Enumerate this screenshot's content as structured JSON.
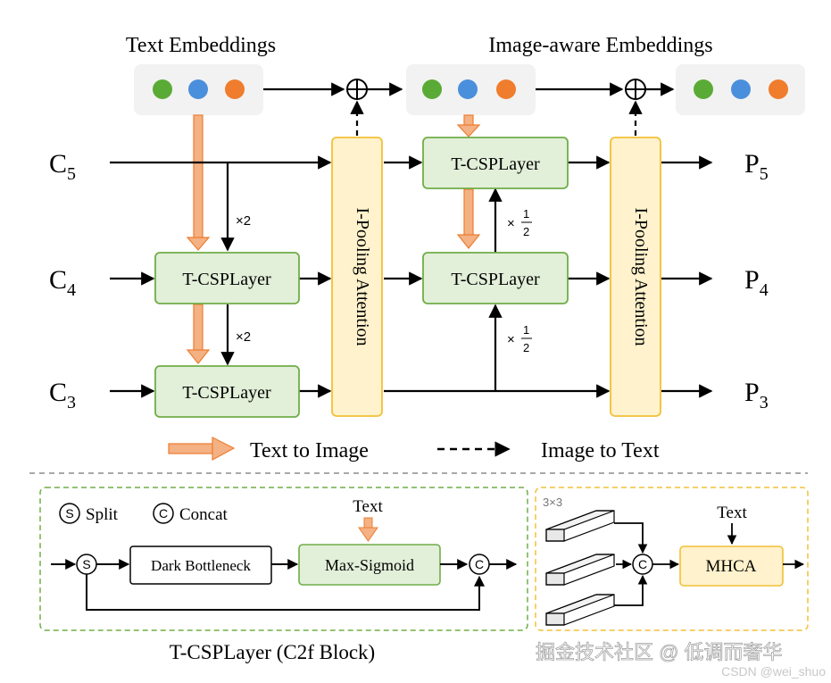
{
  "embeddings": {
    "text_title": "Text Embeddings",
    "image_title": "Image-aware Embeddings",
    "dot_colors": [
      "#5aab35",
      "#4a8fdc",
      "#ef7d2d"
    ]
  },
  "inputs": {
    "c5": {
      "base": "C",
      "sub": "5"
    },
    "c4": {
      "base": "C",
      "sub": "4"
    },
    "c3": {
      "base": "C",
      "sub": "3"
    }
  },
  "outputs": {
    "p5": {
      "base": "P",
      "sub": "5"
    },
    "p4": {
      "base": "P",
      "sub": "4"
    },
    "p3": {
      "base": "P",
      "sub": "3"
    }
  },
  "blocks": {
    "tcsp": "T-CSPLayer",
    "pooling": "I-Pooling Attention"
  },
  "annotations": {
    "times2": "×2",
    "times_half_prefix": "×",
    "half_num": "1",
    "half_den": "2"
  },
  "legend": {
    "text_to_image": "Text to Image",
    "image_to_text": "Image to Text"
  },
  "csp_detail": {
    "split_symbol": "S",
    "split_label": "Split",
    "concat_symbol": "C",
    "concat_label": "Concat",
    "text_label": "Text",
    "dark_bottleneck": "Dark Bottleneck",
    "max_sigmoid": "Max-Sigmoid",
    "caption": "T-CSPLayer (C2f Block)"
  },
  "mhca_detail": {
    "kernel": "3×3",
    "concat_symbol": "C",
    "text_label": "Text",
    "mhca": "MHCA"
  },
  "watermark": {
    "main": "掘金技术社区 @ 低调而奢华",
    "csdn": "CSDN @wei_shuo"
  },
  "colors": {
    "green_fill": "#e2efd9",
    "green_stroke": "#70ad47",
    "yellow_fill": "#fff2cc",
    "yellow_stroke": "#f2c037",
    "orange_arrow": "#f4b183",
    "orange_stroke": "#ed7d31",
    "embed_bg": "#f2f2f2",
    "line": "#000000",
    "dashed_divider": "#8c8c8c"
  }
}
